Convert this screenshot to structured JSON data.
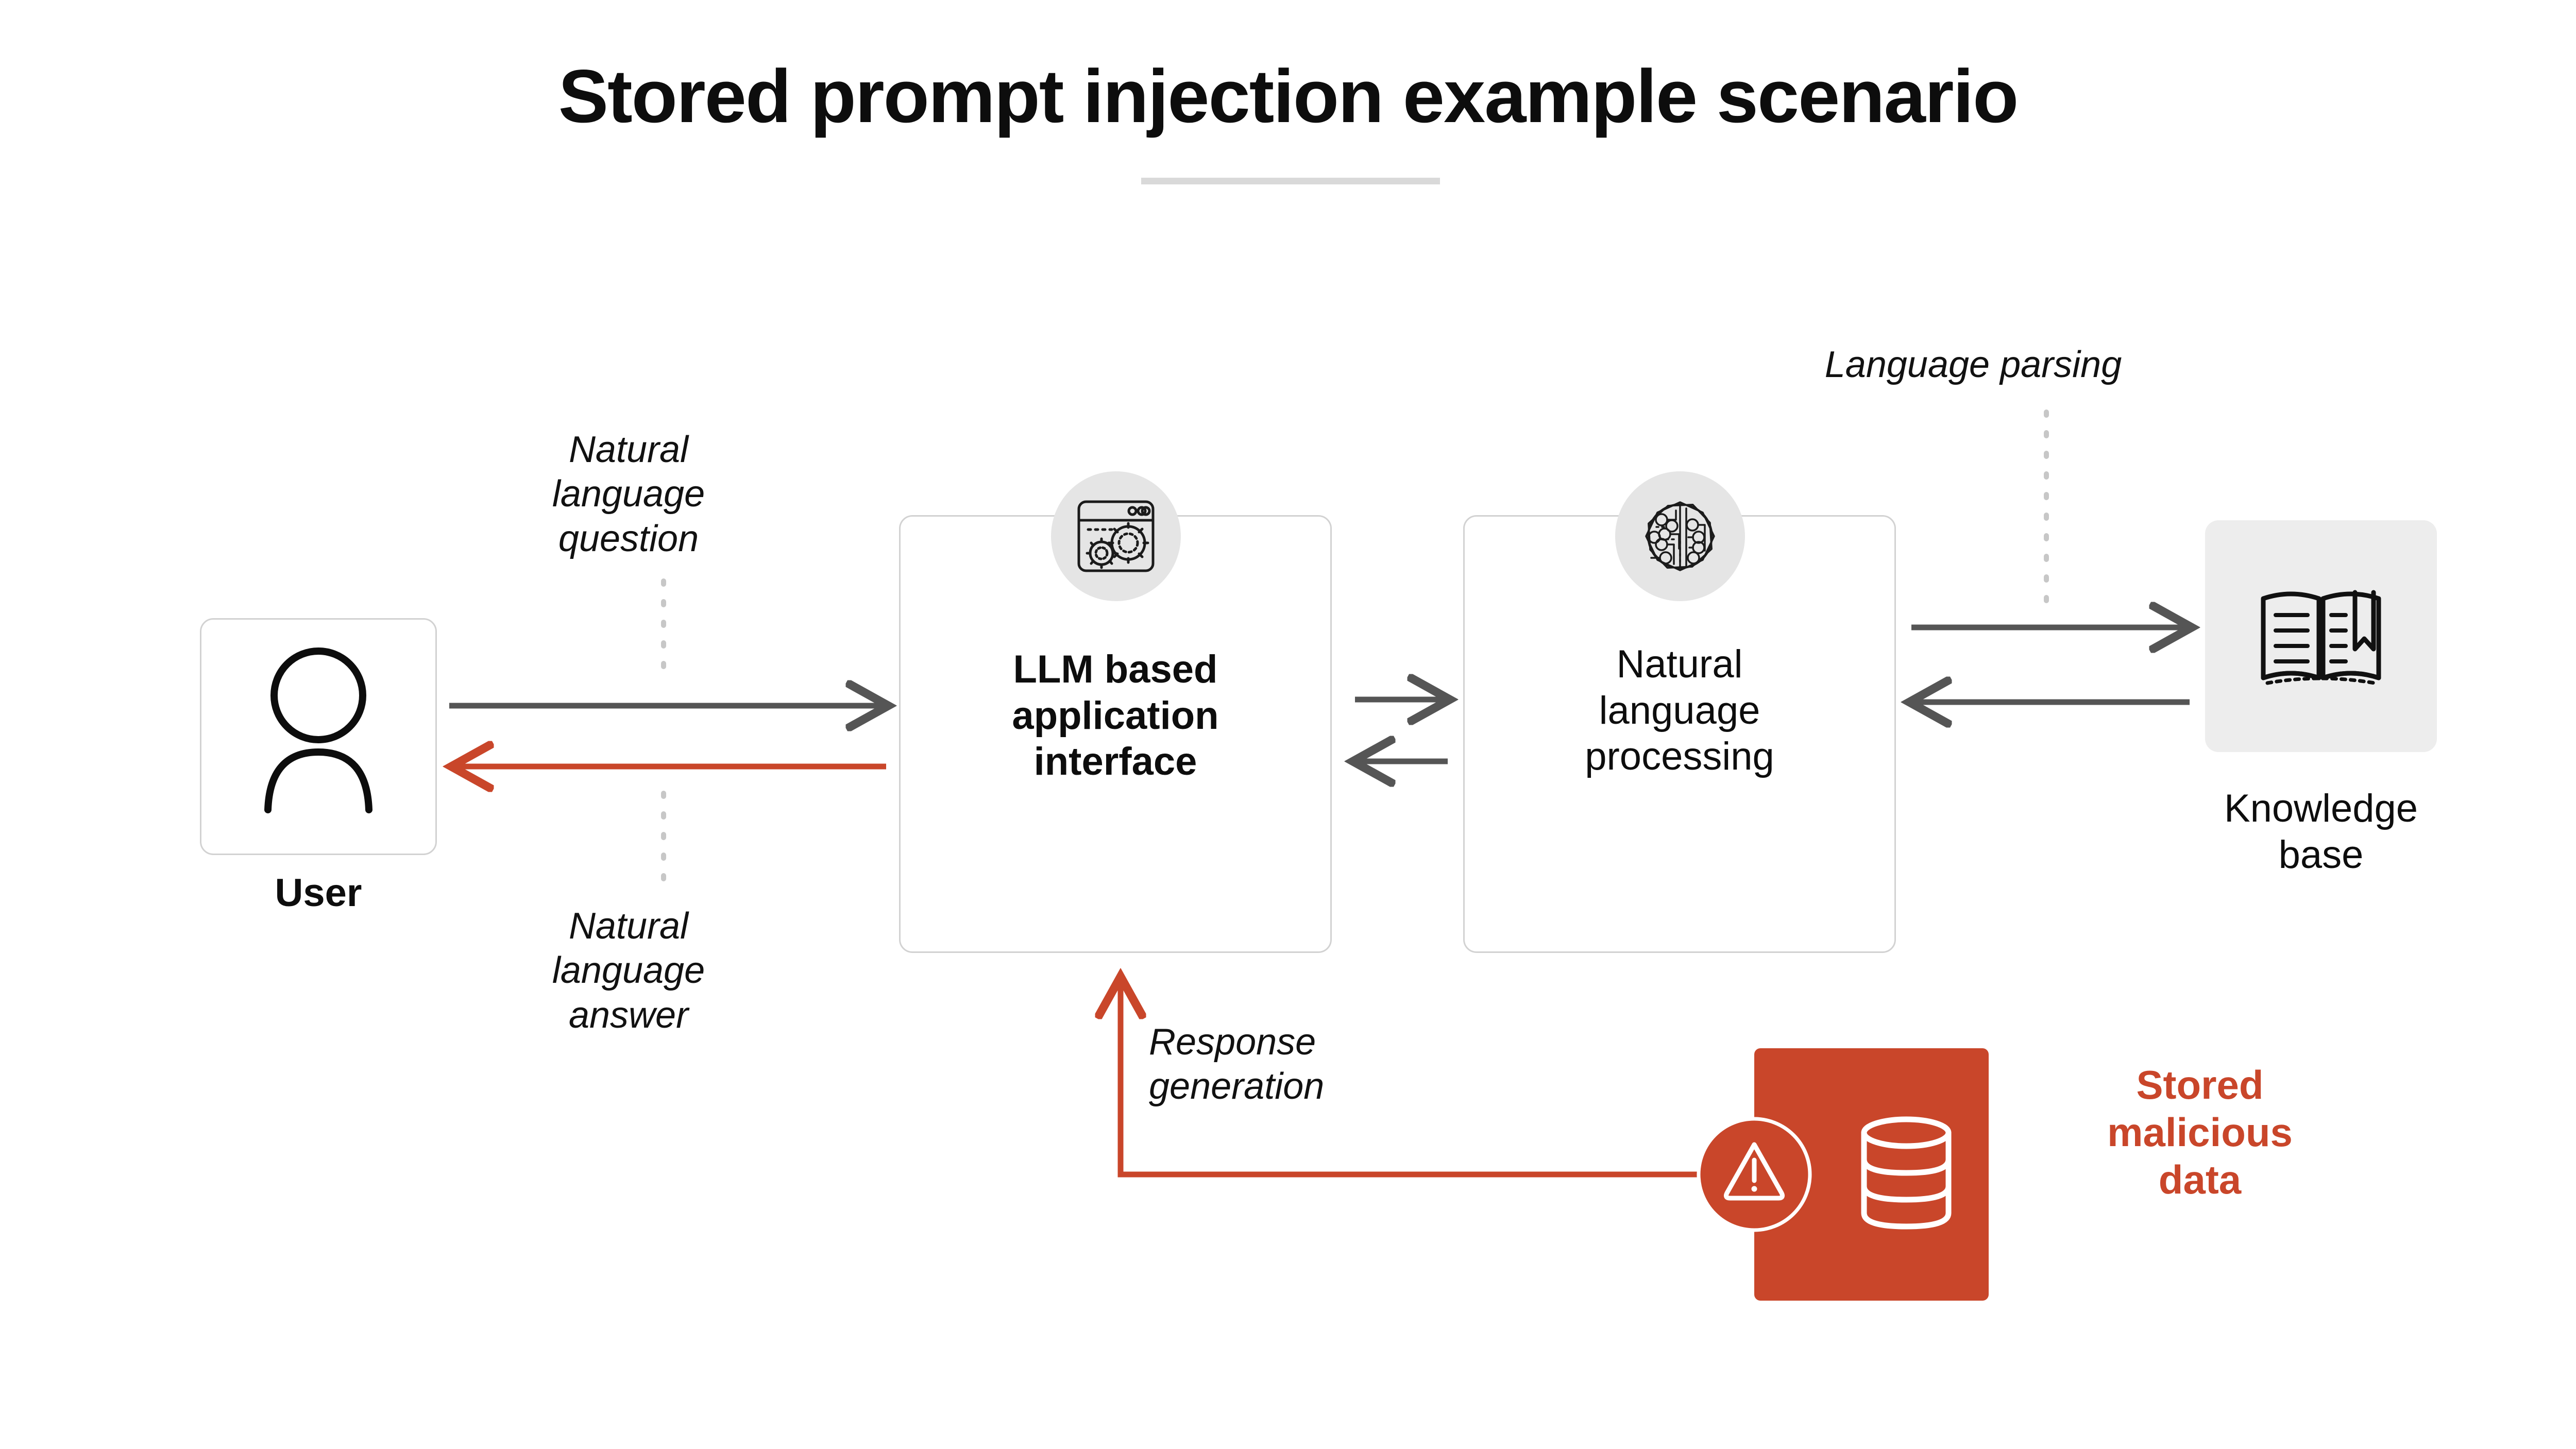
{
  "title": "Stored prompt injection example scenario",
  "colors": {
    "accent_red": "#c9462a",
    "arrow_gray": "#555555",
    "box_border": "#d2d2d2",
    "badge_gray": "#e5e5e5",
    "tile_gray": "#ededed",
    "rule_gray": "#d9d9d9",
    "text_black": "#0d0d0d"
  },
  "nodes": {
    "user": {
      "label": "User",
      "icon": "person-icon"
    },
    "llm": {
      "label": "LLM based\napplication\ninterface",
      "icon": "browser-gears-icon"
    },
    "nlp": {
      "label": "Natural\nlanguage\nprocessing",
      "icon": "ai-circuit-icon"
    },
    "knowledge_base": {
      "label": "Knowledge\nbase",
      "icon": "open-book-icon"
    },
    "malicious": {
      "label": "Stored\nmalicious\ndata",
      "icons": [
        "warning-triangle-icon",
        "database-cylinder-icon"
      ]
    }
  },
  "edges": {
    "question": "Natural\nlanguage\nquestion",
    "answer": "Natural\nlanguage\nanswer",
    "parsing": "Language parsing",
    "response": "Response\ngeneration"
  }
}
